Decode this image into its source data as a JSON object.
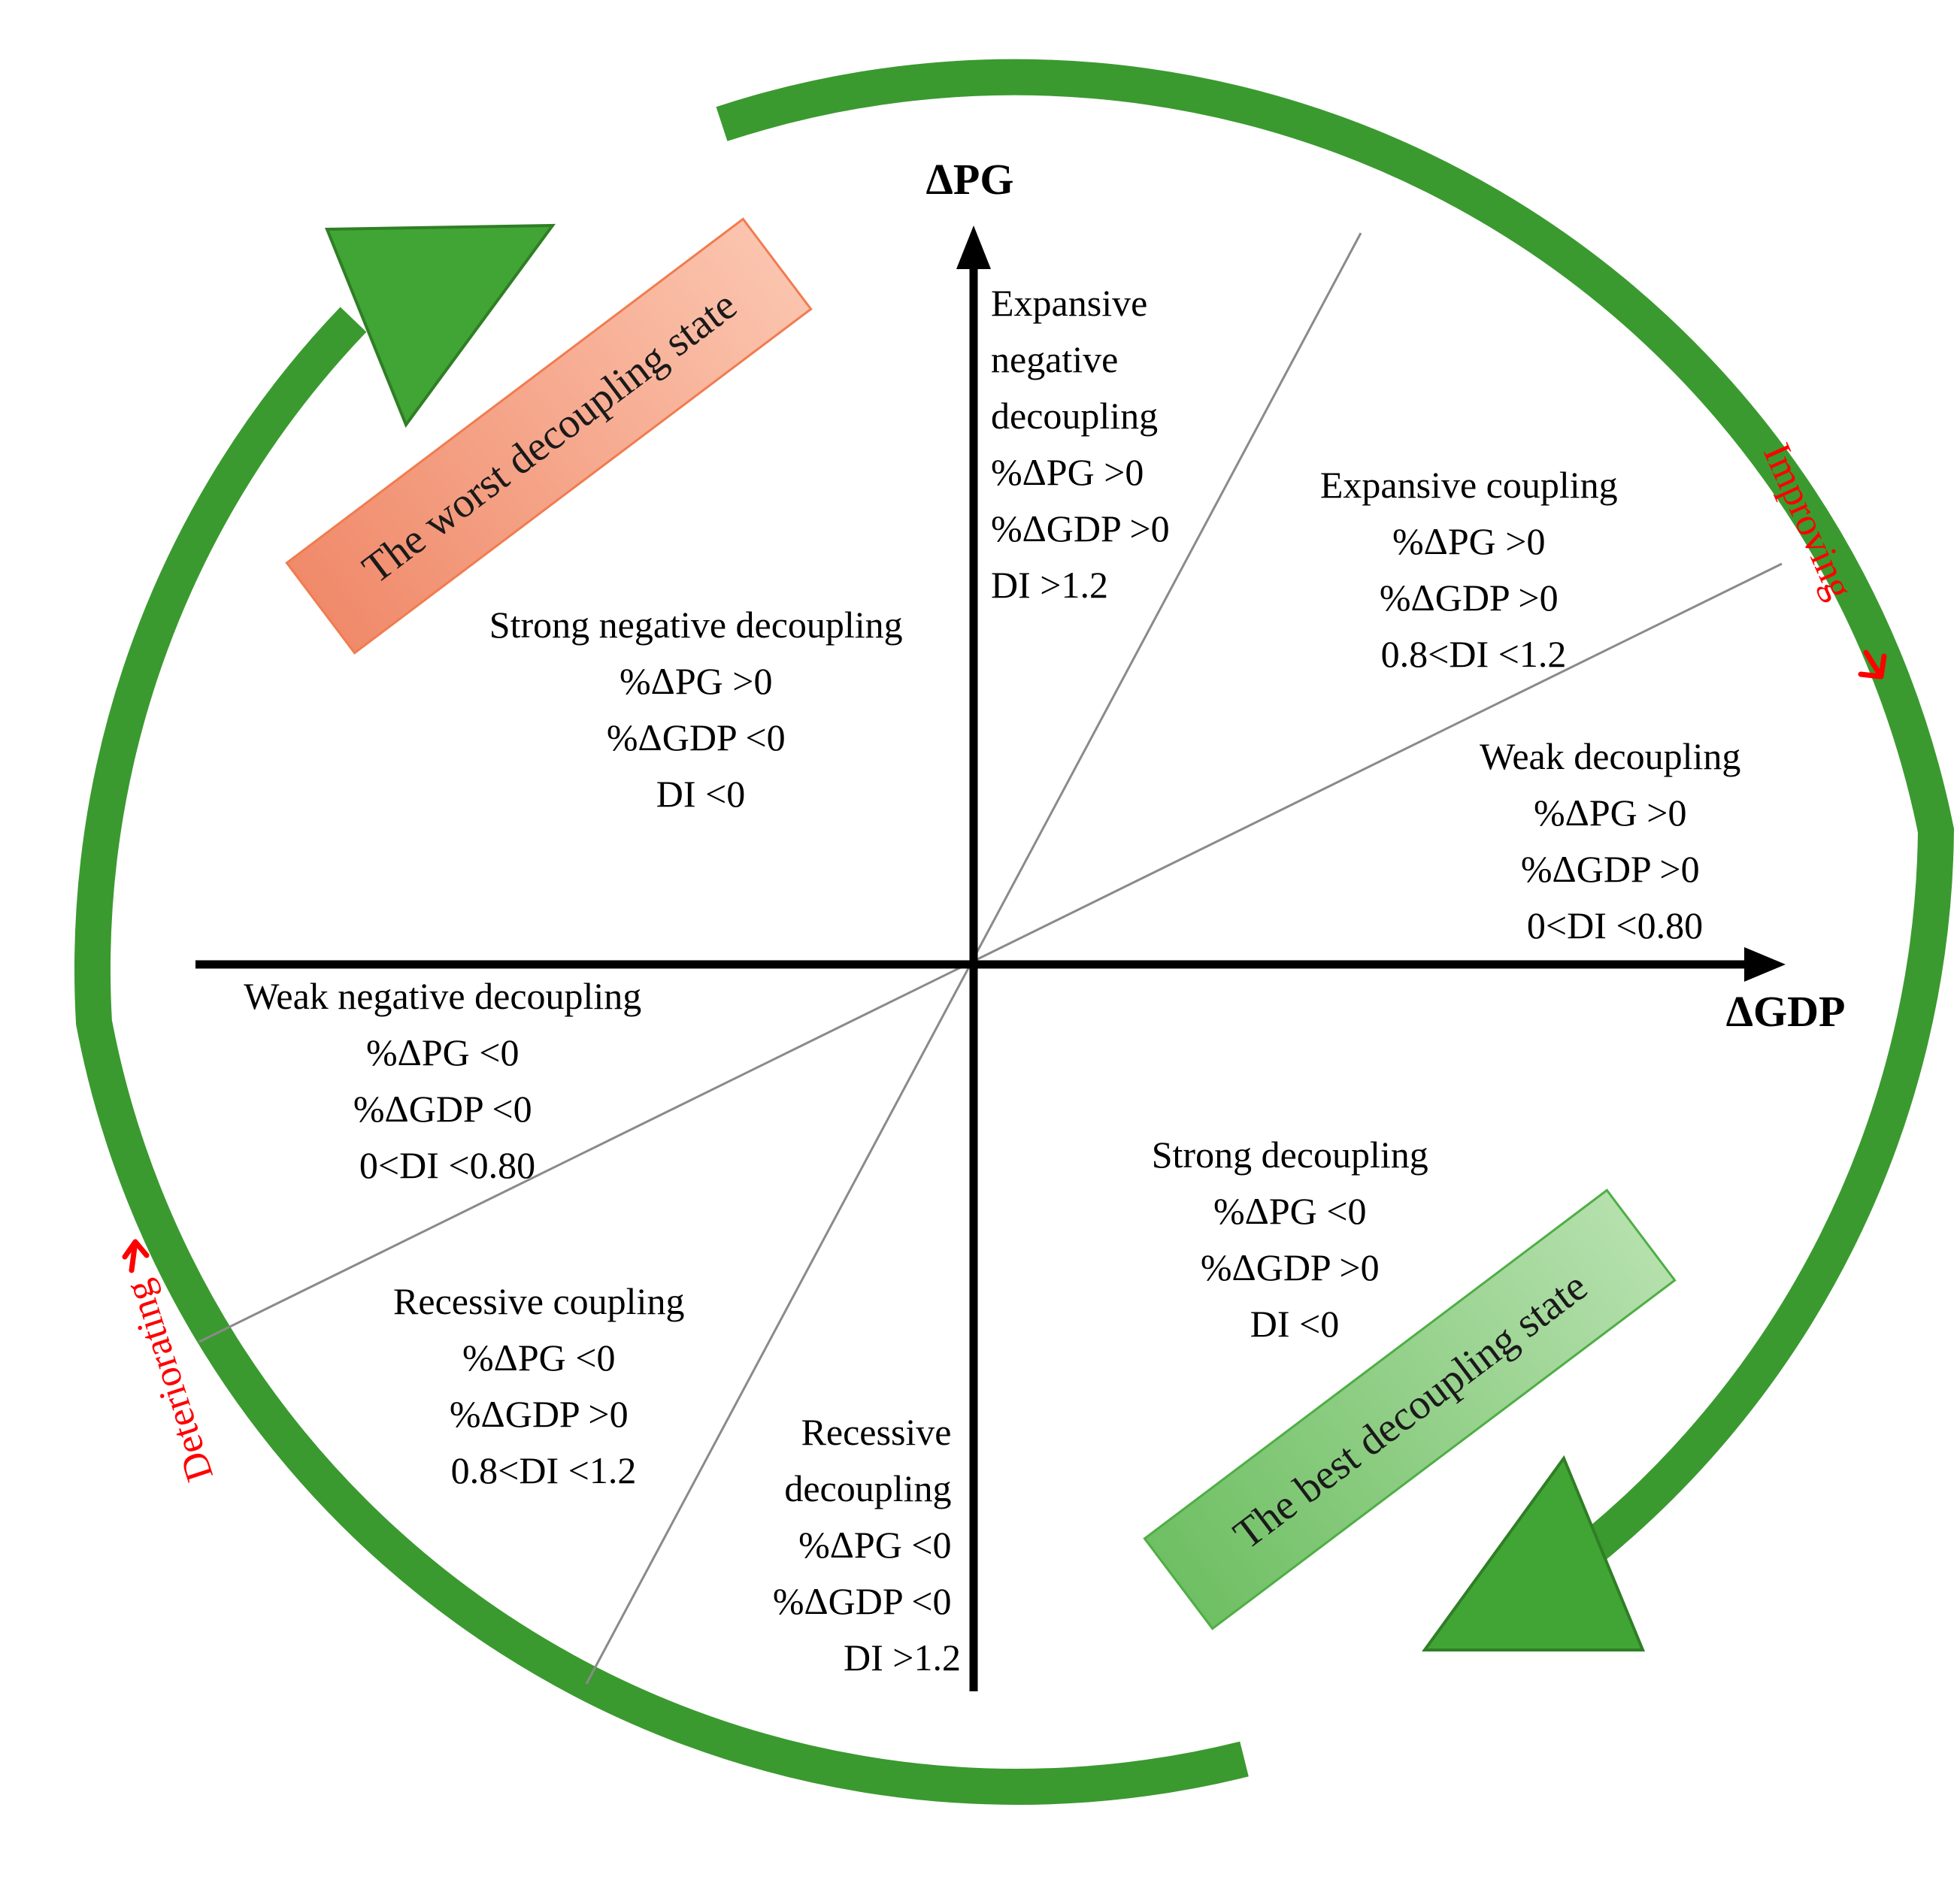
{
  "axes": {
    "y_title": "ΔPG",
    "x_title": "ΔGDP"
  },
  "banners": {
    "worst": "The worst decoupling state",
    "best": "The best decoupling state"
  },
  "trends": {
    "improving": "Improving",
    "deteriorating": "Deteriorating"
  },
  "colors": {
    "cycle_arrow": "#3a9a2f",
    "worst_banner": "#f4a386",
    "best_banner": "#8fce85",
    "trend_text": "#ff0000"
  },
  "states": {
    "expansive_negative_decoupling": [
      "Expansive",
      "negative",
      "decoupling",
      "%ΔPG >0",
      "%ΔGDP >0",
      "DI >1.2"
    ],
    "expansive_coupling": [
      "Expansive coupling",
      "%ΔPG >0",
      "%ΔGDP >0",
      "0.8<DI <1.2"
    ],
    "strong_negative_decoupling": [
      "Strong negative decoupling",
      "%ΔPG >0",
      "%ΔGDP <0",
      "DI <0"
    ],
    "weak_decoupling": [
      "Weak decoupling",
      "%ΔPG >0",
      "%ΔGDP >0",
      "0<DI <0.80"
    ],
    "weak_negative_decoupling": [
      "Weak negative decoupling",
      "%ΔPG <0",
      "%ΔGDP <0",
      "0<DI <0.80"
    ],
    "strong_decoupling": [
      "Strong decoupling",
      "%ΔPG <0",
      "%ΔGDP >0",
      "DI <0"
    ],
    "recessive_coupling": [
      "Recessive coupling",
      "%ΔPG <0",
      "%ΔGDP >0",
      "0.8<DI <1.2"
    ],
    "recessive_decoupling": [
      "Recessive",
      "decoupling",
      "%ΔPG <0",
      "%ΔGDP <0",
      "DI >1.2"
    ]
  }
}
